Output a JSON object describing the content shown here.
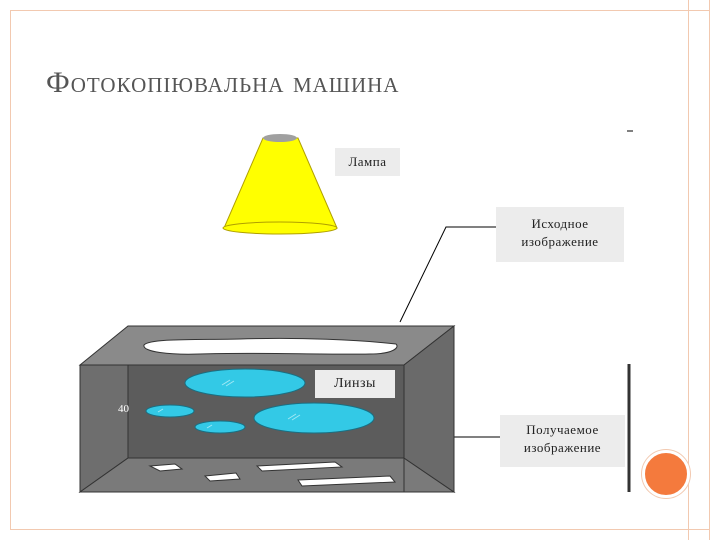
{
  "slide": {
    "title": "Фотокопіювальна машина"
  },
  "diagram": {
    "labels": {
      "lamp": "Лампа",
      "source_image_line1": "Исходное",
      "source_image_line2": "изображение",
      "lenses": "Линзы",
      "result_image_line1": "Получаемое",
      "result_image_line2": "изображение",
      "side_number": "40"
    }
  },
  "colors": {
    "frame": "#f2c9b0",
    "accent_circle": "#f47a3d",
    "lamp_cone": "#ffff00",
    "lamp_cap": "#a0a0a0",
    "box_face": "#6e6e6e",
    "box_top": "#8a8a8a",
    "lens": "#33c9e6",
    "label_bg": "#ececec"
  }
}
